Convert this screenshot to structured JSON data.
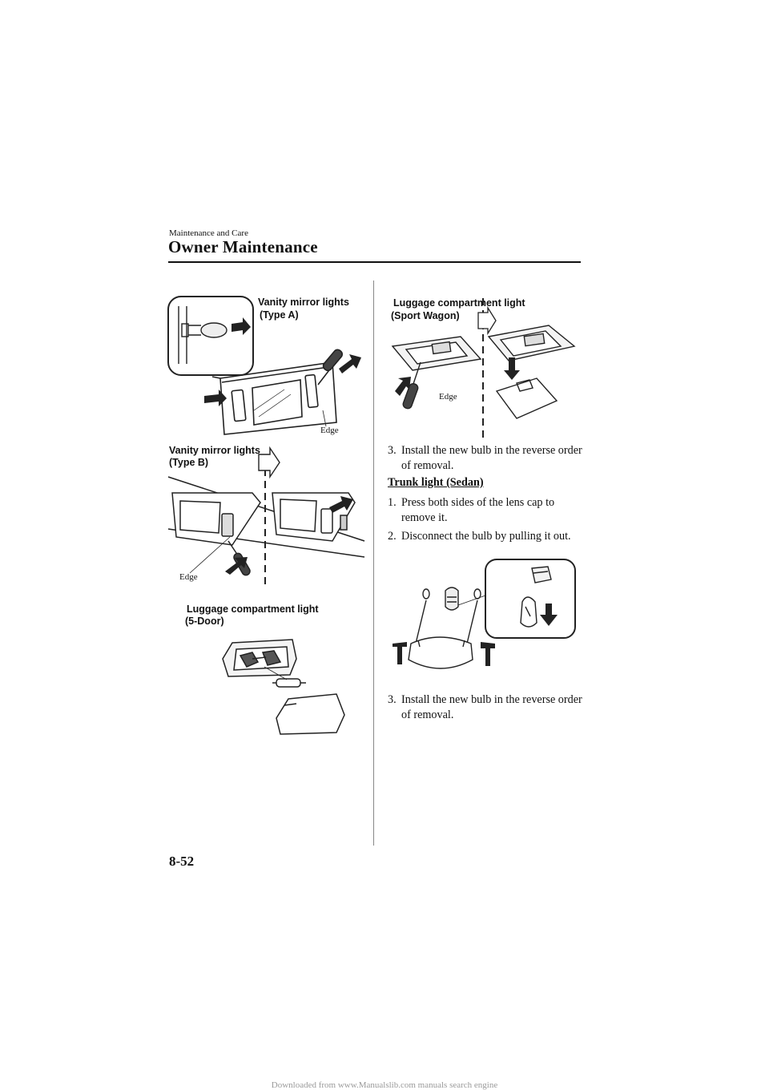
{
  "header": {
    "section": "Maintenance and Care",
    "title": "Owner Maintenance"
  },
  "figures": {
    "vanity_a": {
      "caption_line1": "Vanity mirror lights",
      "caption_line2": "(Type A)",
      "edge": "Edge"
    },
    "vanity_b": {
      "caption_line1": "Vanity mirror lights",
      "caption_line2": "(Type B)",
      "edge": "Edge"
    },
    "luggage_5door": {
      "caption_line1": "Luggage compartment light",
      "caption_line2": "(5-Door)"
    },
    "luggage_wagon": {
      "caption_line1": "Luggage compartment light",
      "caption_line2": "(Sport Wagon)",
      "edge": "Edge"
    }
  },
  "right_column": {
    "step3_a": {
      "num": "3.",
      "line1": "Install the new bulb in the reverse order",
      "line2": "of removal."
    },
    "trunk_heading": "Trunk light (Sedan)",
    "trunk_step1": {
      "num": "1.",
      "line1": "Press both sides of the lens cap to",
      "line2": "remove it."
    },
    "trunk_step2": {
      "num": "2.",
      "line1": "Disconnect the bulb by pulling it out."
    },
    "step3_b": {
      "num": "3.",
      "line1": "Install the new bulb in the reverse order",
      "line2": "of removal."
    }
  },
  "page_number": "8-52",
  "footer": "Downloaded from www.Manualslib.com manuals search engine"
}
